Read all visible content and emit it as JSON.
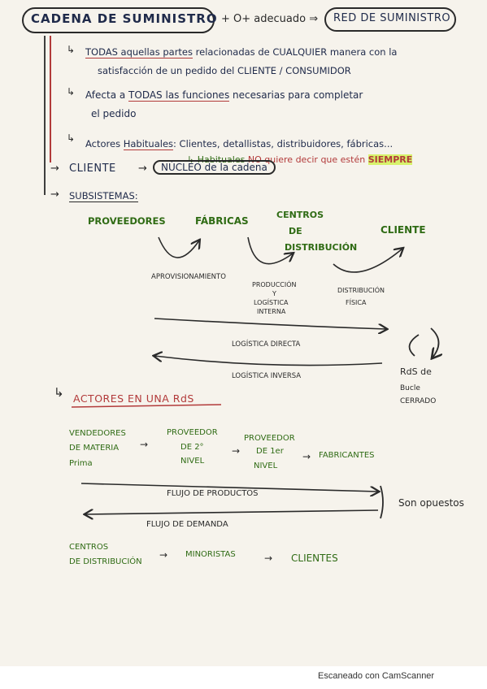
{
  "header": {
    "title": "CADENA DE SUMINISTRO",
    "connector": "+ O+ adecuado ⇒",
    "alt_title": "RED DE SUMINISTRO"
  },
  "bullets": {
    "b1_line1_under": "TODAS aquellas partes",
    "b1_line1_rest": "relacionadas de CUALQUIER manera con la",
    "b1_line2": "satisfacción de un pedido del CLIENTE / CONSUMIDOR",
    "b2_prefix": "Afecta a",
    "b2_under": "TODAS las funciones",
    "b2_rest": "necesarias para completar",
    "b2_line2": "el pedido",
    "b3_prefix": "Actores",
    "b3_under": "Habituales",
    "b3_rest": ": Clientes, detallistas, distribuidores, fábricas...",
    "b3_note_prefix": "↳ Habituales",
    "b3_note_mid": "NO quiere decir que estén",
    "b3_note_hl": "SIEMPRE"
  },
  "cliente_line": {
    "cliente": "CLIENTE",
    "arrow": "→",
    "nucleo": "NÚCLEO de la cadena"
  },
  "subsistemas": {
    "heading": "SUBSISTEMAS:",
    "nodes": {
      "proveedores": "PROVEEDORES",
      "fabricas": "FÁBRICAS",
      "centro_1": "CENTROS",
      "centro_2": "DE",
      "centro_3": "DISTRIBUCIÓN",
      "cliente": "CLIENTE"
    },
    "labels": {
      "aprovisionamiento": "APROVISIONAMIENTO",
      "produccion_1": "PRODUCCIÓN",
      "produccion_2": "Y",
      "produccion_3": "LOGÍSTICA",
      "produccion_4": "INTERNA",
      "distribucion_1": "DISTRIBUCIÓN",
      "distribucion_2": "FÍSICA",
      "logistica_directa": "LOGÍSTICA DIRECTA",
      "logistica_inversa": "LOGÍSTICA INVERSA",
      "rds_1": "RdS de",
      "rds_2": "Bucle",
      "rds_3": "CERRADO"
    }
  },
  "actores": {
    "heading": "ACTORES EN UNA RdS",
    "vendedores_1": "VENDEDORES",
    "vendedores_2": "DE MATERIA",
    "vendedores_3": "Prima",
    "prov2_1": "PROVEEDOR",
    "prov2_2": "DE 2°",
    "prov2_3": "NIVEL",
    "prov1_1": "PROVEEDOR",
    "prov1_2": "DE 1er",
    "prov1_3": "NIVEL",
    "fabricantes": "FABRICANTES",
    "flujo_productos": "FLUJO DE PRODUCTOS",
    "flujo_demanda": "FLUJO DE DEMANDA",
    "son_opuestos": "Son opuestos",
    "centros_1": "CENTROS",
    "centros_2": "DE DISTRIBUCIÓN",
    "minoristas": "MINORISTAS",
    "clientes": "CLIENTES",
    "arrow": "→"
  },
  "footer": {
    "scanner": "Escaneado con CamScanner"
  },
  "colors": {
    "paper": "#f6f3ec",
    "ink_black": "#2a2a2a",
    "ink_red": "#b23a3a",
    "ink_green": "#2f6b14",
    "highlight": "#d7f26b"
  }
}
